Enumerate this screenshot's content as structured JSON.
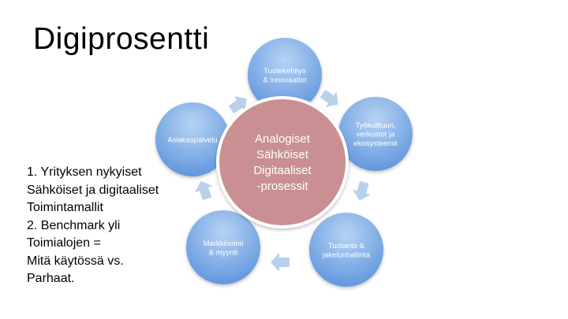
{
  "slide": {
    "title": "Digiprosentti",
    "body_lines": [
      "1. Yrityksen nykyiset",
      "Sähköiset ja digitaaliset",
      "Toimintamallit",
      "2. Benchmark yli",
      "Toimialojen =",
      "Mitä käytössä vs.",
      "Parhaat."
    ]
  },
  "diagram": {
    "center_lines": [
      "Analogiset",
      "Sähköiset",
      "Digitaaliset",
      "-prosessit"
    ],
    "nodes": [
      {
        "lines": [
          "Tuotekehitys",
          "& innovaatiot"
        ]
      },
      {
        "lines": [
          "Työkulttuuri,",
          "verkostot ja",
          "ekosysteemit"
        ]
      },
      {
        "lines": [
          "Tuotanto &",
          "jakelunhallinta"
        ]
      },
      {
        "lines": [
          "Markkinointi",
          "& myynti"
        ]
      },
      {
        "lines": [
          "Asiakaspalvelu"
        ]
      }
    ],
    "colors": {
      "center_fill": "#c98f92",
      "center_stroke": "#ffffff",
      "node_light": "#b7d3f4",
      "node_dark": "#5b93dc",
      "arrow": "#b9d0ea"
    }
  }
}
